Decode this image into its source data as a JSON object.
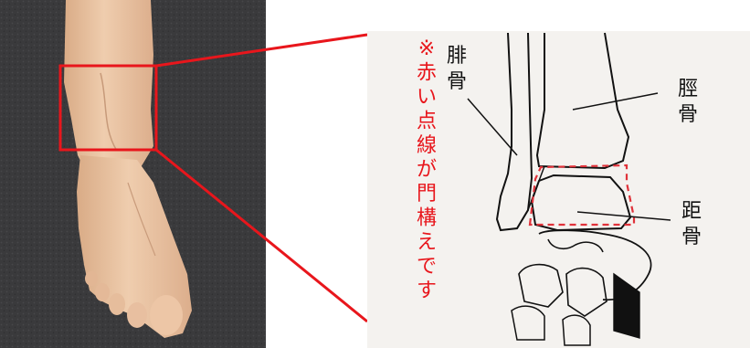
{
  "labels": {
    "fibula_line1": "腓",
    "fibula_line2": "骨",
    "tibia_line1": "脛",
    "tibia_line2": "骨",
    "talus_line1": "距",
    "talus_line2": "骨"
  },
  "note": {
    "chars": [
      "※",
      "赤",
      "い",
      "点",
      "線",
      "が",
      "門",
      "構",
      "え",
      "で",
      "す"
    ]
  },
  "colors": {
    "accent_red": "#e8161c",
    "dashed_outline": "#e0323a",
    "floor_dark": "#3b3b3d",
    "skin": "#e8c4a4",
    "sketch_paper": "#f4f2ef",
    "ink": "#111111"
  }
}
